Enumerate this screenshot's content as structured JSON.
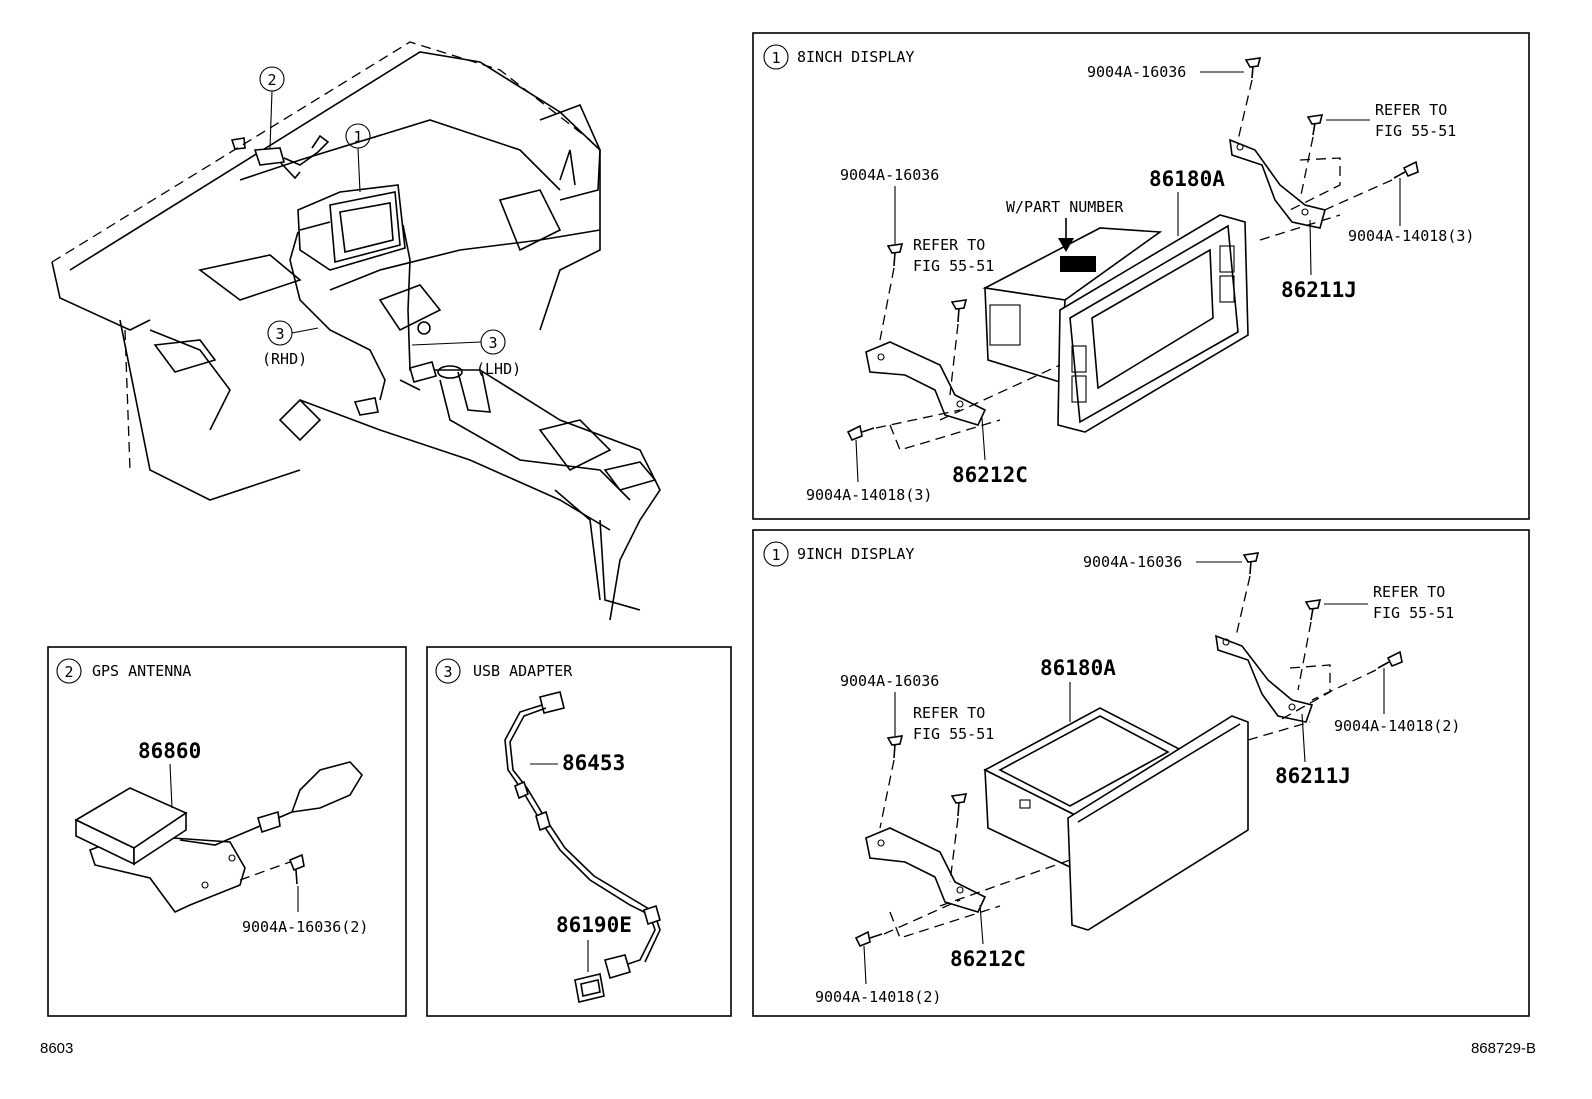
{
  "overview": {
    "callout_1": "1",
    "callout_2": "2",
    "callout_3_rhd": "3",
    "callout_3_lhd": "3",
    "rhd_label": "(RHD)",
    "lhd_label": "(LHD)"
  },
  "panel_8inch": {
    "callout": "1",
    "title": "8INCH DISPLAY",
    "part_display": "86180A",
    "part_bracket_right": "86211J",
    "part_bracket_left": "86212C",
    "screw_top": "9004A-16036",
    "screw_left": "9004A-16036",
    "screw_right": "9004A-14018(3)",
    "screw_bottom": "9004A-14018(3)",
    "refer_right_1": "REFER TO",
    "refer_right_2": "FIG 55-51",
    "refer_left_1": "REFER TO",
    "refer_left_2": "FIG 55-51",
    "part_number_note": "W/PART NUMBER"
  },
  "panel_9inch": {
    "callout": "1",
    "title": "9INCH DISPLAY",
    "part_display": "86180A",
    "part_bracket_right": "86211J",
    "part_bracket_left": "86212C",
    "screw_top": "9004A-16036",
    "screw_left": "9004A-16036",
    "screw_right": "9004A-14018(2)",
    "screw_bottom": "9004A-14018(2)",
    "refer_right_1": "REFER TO",
    "refer_right_2": "FIG 55-51",
    "refer_left_1": "REFER TO",
    "refer_left_2": "FIG 55-51"
  },
  "panel_gps": {
    "callout": "2",
    "title": "GPS ANTENNA",
    "part_antenna": "86860",
    "screw": "9004A-16036(2)"
  },
  "panel_usb": {
    "callout": "3",
    "title": "USB ADAPTER",
    "part_cable": "86453",
    "part_adapter": "86190E"
  },
  "footer": {
    "left_code": "8603",
    "right_code": "868729-B"
  }
}
